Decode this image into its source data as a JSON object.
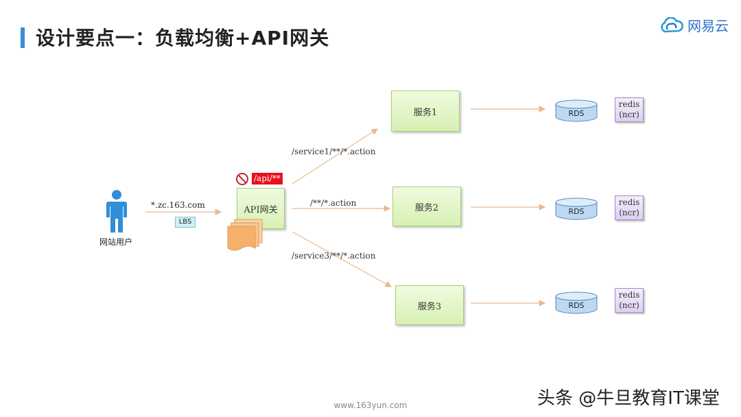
{
  "title": "设计要点一：负载均衡+API网关",
  "brand": {
    "name": "网易云",
    "color": "#2a72c8"
  },
  "user": {
    "label": "网站用户",
    "icon": "person-icon"
  },
  "entry": {
    "url": "*.zc.163.com",
    "lbs": "LBS"
  },
  "gateway": {
    "label": "API网关",
    "blocked_path": "/api/**",
    "blocked_icon": "no-entry-icon"
  },
  "routes": [
    {
      "path": "/service1/**/*.action",
      "service": "服务1",
      "db": "RDS",
      "cache": [
        "redis",
        "(ncr)"
      ]
    },
    {
      "path": "/**/*.action",
      "service": "服务2",
      "db": "RDS",
      "cache": [
        "redis",
        "(ncr)"
      ]
    },
    {
      "path": "/service3/**/*.action",
      "service": "服务3",
      "db": "RDS",
      "cache": [
        "redis",
        "(ncr)"
      ]
    }
  ],
  "footer": "www.163yun.com",
  "watermark": "头条 @牛旦教育IT课堂",
  "colors": {
    "title_bar": "#3b8fd6",
    "service_box": "#d7f0b3",
    "blocked": "#e8101b",
    "arrow": "#e8b890"
  }
}
